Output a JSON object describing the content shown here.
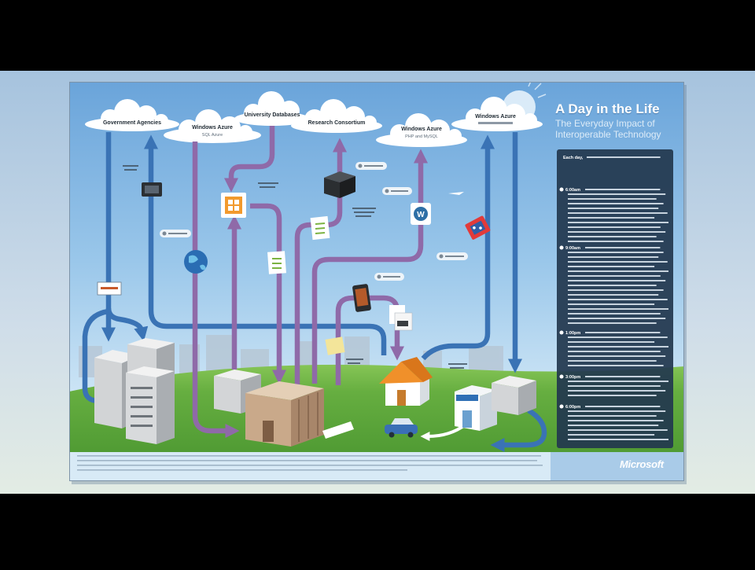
{
  "poster": {
    "title": "A Day in the Life",
    "subtitle": "The Everyday Impact of Interoperable Technology",
    "intro_lead": "Each day,",
    "timeline": [
      "6:00am",
      "9:00am",
      "1:00pm",
      "3:00pm",
      "6:00pm"
    ],
    "brand": "Microsoft"
  },
  "clouds": [
    {
      "label": "Government Agencies"
    },
    {
      "label": "Windows Azure",
      "sublabel": "SQL Azure"
    },
    {
      "label": "University Databases"
    },
    {
      "label": "Research Consortium"
    },
    {
      "label": "Windows Azure",
      "sublabel": "PHP and MySQL"
    },
    {
      "label": "Windows Azure"
    }
  ],
  "icons": [
    "camera-icon",
    "office-document-icon",
    "server-box-icon",
    "document-icon",
    "globe-icon",
    "wordpress-icon",
    "pizza-box-icon",
    "smartphone-icon",
    "sticky-note-icon",
    "airplane-icon",
    "sun-icon"
  ],
  "colors": {
    "sky": "#7fb4e2",
    "ground": "#63ab3f",
    "flow_purple": "#8f6aa8",
    "flow_blue": "#3a73b5",
    "info_panel": "#22384f",
    "roof": "#f0902a"
  }
}
